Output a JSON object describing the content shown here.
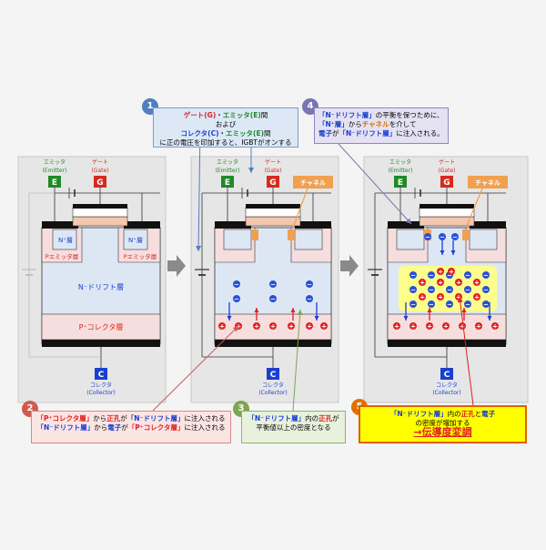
{
  "labels": {
    "emitter_jp": "エミッタ",
    "emitter_en": "(Emitter)",
    "gate_jp": "ゲート",
    "gate_en": "(Gate)",
    "collector_jp": "コレクタ",
    "collector_en": "(Collector)",
    "E": "E",
    "G": "G",
    "C": "C",
    "n_plus_layer": "N⁺層",
    "p_emitter_layer": "Pエミッタ層",
    "n_drift_layer": "N⁻ドリフト層",
    "p_collector_layer": "P⁺コレクタ層",
    "channel": "チャネル",
    "minus": "−",
    "plus": "+"
  },
  "callouts": {
    "c1": {
      "num": "1",
      "l1a": "ゲート(G)",
      "l1b": "・",
      "l1c": "エミッタ(E)",
      "l1d": "間",
      "l2": "および",
      "l3a": "コレクタ(C)",
      "l3b": "・",
      "l3c": "エミッタ(E)",
      "l3d": "間",
      "l4": "に正の電圧を印加すると、IGBTがオンする"
    },
    "c4": {
      "num": "4",
      "l1a": "「N⁻ドリフト層」",
      "l1b": "の平衡を保つために、",
      "l2a": "「N⁺層」",
      "l2b": "から",
      "l2c": "チャネル",
      "l2d": "を介して",
      "l3a": "電子",
      "l3b": "が",
      "l3c": "「N⁻ドリフト層」",
      "l3d": "に注入される。"
    },
    "c2": {
      "num": "2",
      "l1a": "「P⁺コレクタ層」",
      "l1b": "から",
      "l1c": "正孔",
      "l1d": "が",
      "l1e": "「N⁻ドリフト層」",
      "l1f": "に注入される",
      "l2a": "「N⁻ドリフト層」",
      "l2b": "から",
      "l2c": "電子",
      "l2d": "が",
      "l2e": "「P⁺コレクタ層」",
      "l2f": "に注入される"
    },
    "c3": {
      "num": "3",
      "l1a": "「N⁻ドリフト層」",
      "l1b": "内の",
      "l1c": "正孔",
      "l1d": "が",
      "l2": "平衡値以上の密度となる"
    },
    "c5": {
      "num": "5",
      "l1a": "「N⁻ドリフト層」",
      "l1b": "内の",
      "l1c": "正孔",
      "l1d": "と",
      "l1e": "電子",
      "l2": "の密度が増加する",
      "l3": "→伝導度変調"
    }
  },
  "colors": {
    "page_bg": "#f4f4f4",
    "panel_bg": "#e6e6e6",
    "p_layer": "#f6dede",
    "n_drift": "#dde7f4",
    "n_plus": "#dde7f4",
    "metal": "#111111",
    "gate_pink": "#f5c6b0",
    "gate_oxide": "#e8b9a0",
    "emitter_green": "#1f8a2a",
    "gate_red": "#d52b1e",
    "collector_blue": "#1a3fd0",
    "hole_red": "#e02020",
    "electron_blue": "#2a4fd8",
    "channel_orange": "#f0a050",
    "conductivity_yellow": "#ffff80",
    "arrow_gray": "#8a8a8a"
  }
}
